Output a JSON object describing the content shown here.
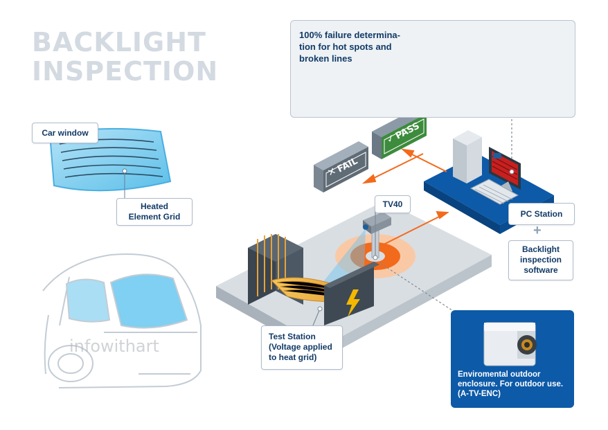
{
  "title": {
    "line1": "BACKLIGHT",
    "line2": "INSPECTION"
  },
  "labels": {
    "car_window": "Car window",
    "heated_grid": "Heated\nElement Grid",
    "tv40": "TV40",
    "pc_station": "PC Station",
    "plus": "+",
    "software": "Backlight\ninspection\nsoftware",
    "test_station": "Test Station\n(Voltage applied\nto heat grid)"
  },
  "info": {
    "text": "100% failure determina-\ntion for hot spots and\nbroken lines"
  },
  "signs": {
    "pass": "PASS",
    "fail": "FAIL"
  },
  "enclosure": {
    "text": "Enviromental outdoor\nenclosure. For outdoor use.\n(A-TV-ENC)"
  },
  "watermark": "infowithart",
  "colors": {
    "navy": "#123a66",
    "blue": "#0d5aa8",
    "orange": "#f26a1b",
    "pass_green": "#3d8b3d",
    "fail_gray": "#5f6b75",
    "thermal_red": "#c8201f"
  }
}
